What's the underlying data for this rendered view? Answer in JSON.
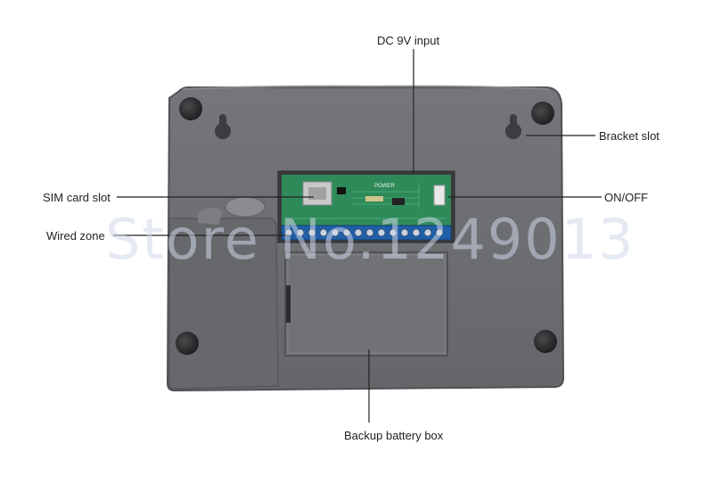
{
  "callouts": {
    "dc_input": "DC 9V input",
    "bracket_slot": "Bracket slot",
    "sim_card_slot": "SIM card slot",
    "on_off": "ON/OFF",
    "wired_zone": "Wired zone",
    "backup_battery_box": "Backup battery box"
  },
  "board": {
    "power_label": "POWER"
  },
  "watermark": "Store No.1249013",
  "colors": {
    "housing": "#6b6d70",
    "housing_edge": "#55575a",
    "pcb": "#2f8a5a",
    "terminal_block": "#1f5fa8",
    "battery_cover": "#707275",
    "rubber_foot": "#2e2f31"
  }
}
